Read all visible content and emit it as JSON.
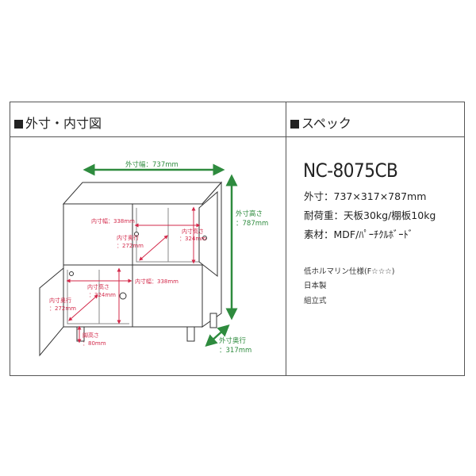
{
  "left_title": "外寸・内寸図",
  "right_title": "スペック",
  "model": "NC-8075CB",
  "specs": {
    "size": "外寸：737×317×787mm",
    "load": "耐荷重：天板30kg/棚板10kg",
    "material": "素材：MDF/ﾊﾟｰﾁｸﾙﾎﾞｰﾄﾞ"
  },
  "notes": {
    "formaldehyde": "低ホルマリン仕様(F☆☆☆)",
    "origin": "日本製",
    "assembly": "組立式"
  },
  "dims": {
    "outer_width": "外寸幅：737mm",
    "outer_height_1": "外寸高さ",
    "outer_height_2": "：787mm",
    "outer_depth_1": "外寸奥行",
    "outer_depth_2": "：317mm",
    "inner_width_top": "内寸幅：338mm",
    "inner_width_bottom": "内寸幅：338mm",
    "inner_height_top_1": "内寸高さ",
    "inner_height_top_2": "：324mm",
    "inner_height_bottom_1": "内寸高さ",
    "inner_height_bottom_2": "：324mm",
    "inner_depth_top_1": "内寸奥行",
    "inner_depth_top_2": "：272mm",
    "inner_depth_bottom_1": "内寸奥行",
    "inner_depth_bottom_2": "：272mm",
    "leg_height_1": "脚高さ",
    "leg_height_2": "：80mm"
  },
  "colors": {
    "outer_dim": "#2e8b3e",
    "inner_dim": "#d3294a",
    "line": "#333333"
  }
}
